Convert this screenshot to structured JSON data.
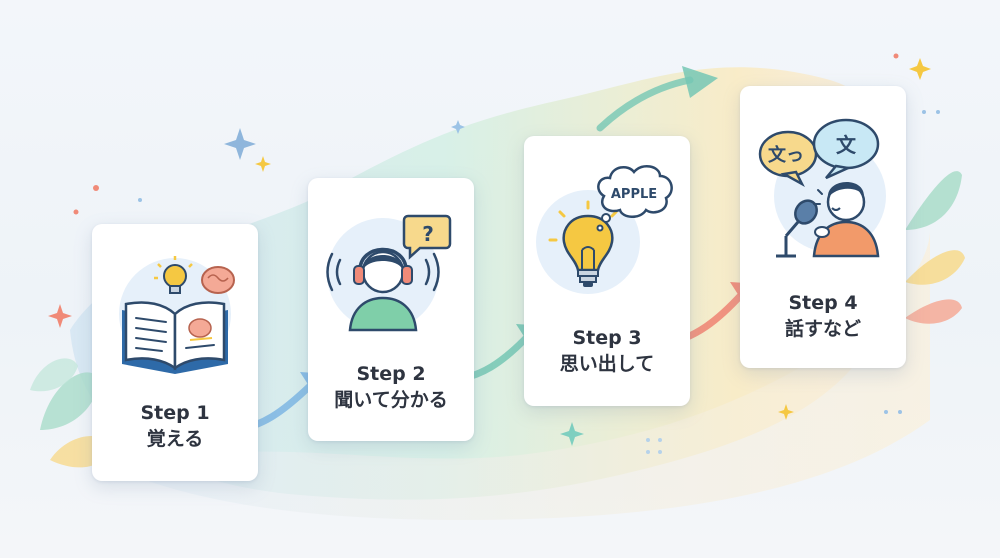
{
  "steps": [
    {
      "title": "Step 1",
      "subtitle": "覚える",
      "icon": "open-book-with-lightbulb-and-brain"
    },
    {
      "title": "Step 2",
      "subtitle": "聞いて分かる",
      "icon": "person-with-headphones-question"
    },
    {
      "title": "Step 3",
      "subtitle": "思い出して",
      "icon": "lightbulb-with-thought-bubble"
    },
    {
      "title": "Step 4",
      "subtitle": "話すなど",
      "icon": "person-speaking-into-microphone"
    }
  ],
  "bubbles": {
    "question_mark": "?",
    "apple": "APPLE",
    "left_speech": "文っ",
    "right_speech": "文"
  },
  "colors": {
    "card": "#ffffff",
    "text": "#2e3440",
    "arrow_blue": "#7eb6e3",
    "arrow_teal": "#76c7b4",
    "arrow_coral": "#f08a78",
    "accent_yellow": "#f5c842",
    "accent_orange": "#f29a6a"
  }
}
